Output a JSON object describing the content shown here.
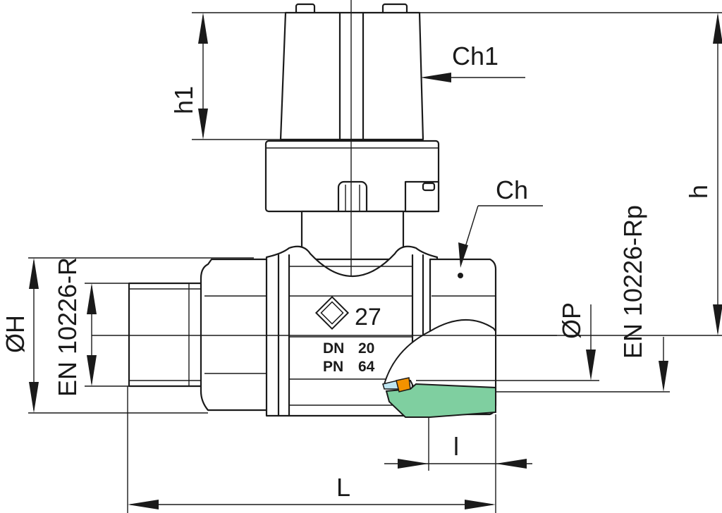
{
  "labels": {
    "ch1": "Ch1",
    "ch": "Ch",
    "h1": "h1",
    "h": "h",
    "dia_H": "ØH",
    "thread_R": "EN 10226-R",
    "thread_Rp": "EN 10226-Rp",
    "dia_P": "ØP",
    "l": "l",
    "L": "L"
  },
  "body_marking": {
    "size": "27",
    "dn_label": "DN",
    "dn_value": "20",
    "pn_label": "PN",
    "pn_value": "64"
  },
  "colors": {
    "seat_green": "#7fcfa0",
    "seal_orange": "#f39200",
    "ball_blue": "#bfe6f2",
    "line": "#1a1a1a"
  }
}
